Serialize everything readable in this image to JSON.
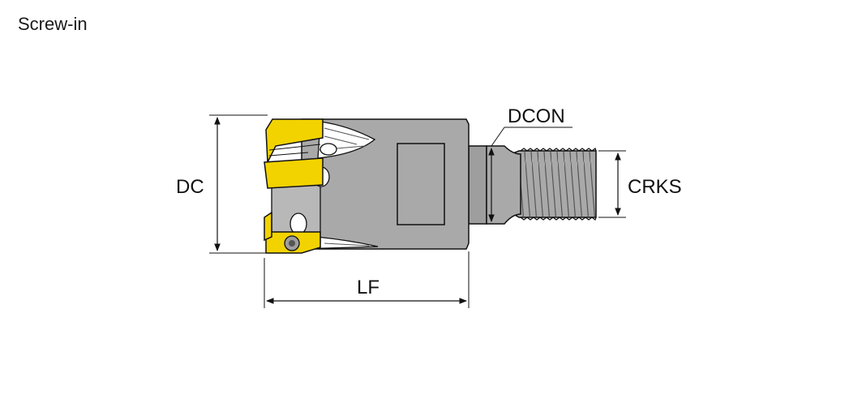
{
  "title": "Screw-in",
  "labels": {
    "dc": "DC",
    "lf": "LF",
    "dcon": "DCON",
    "crks": "CRKS"
  },
  "colors": {
    "insert": "#f2d300",
    "body": "#a9a9a9",
    "body_dark": "#8c8c8c",
    "line": "#111111"
  }
}
